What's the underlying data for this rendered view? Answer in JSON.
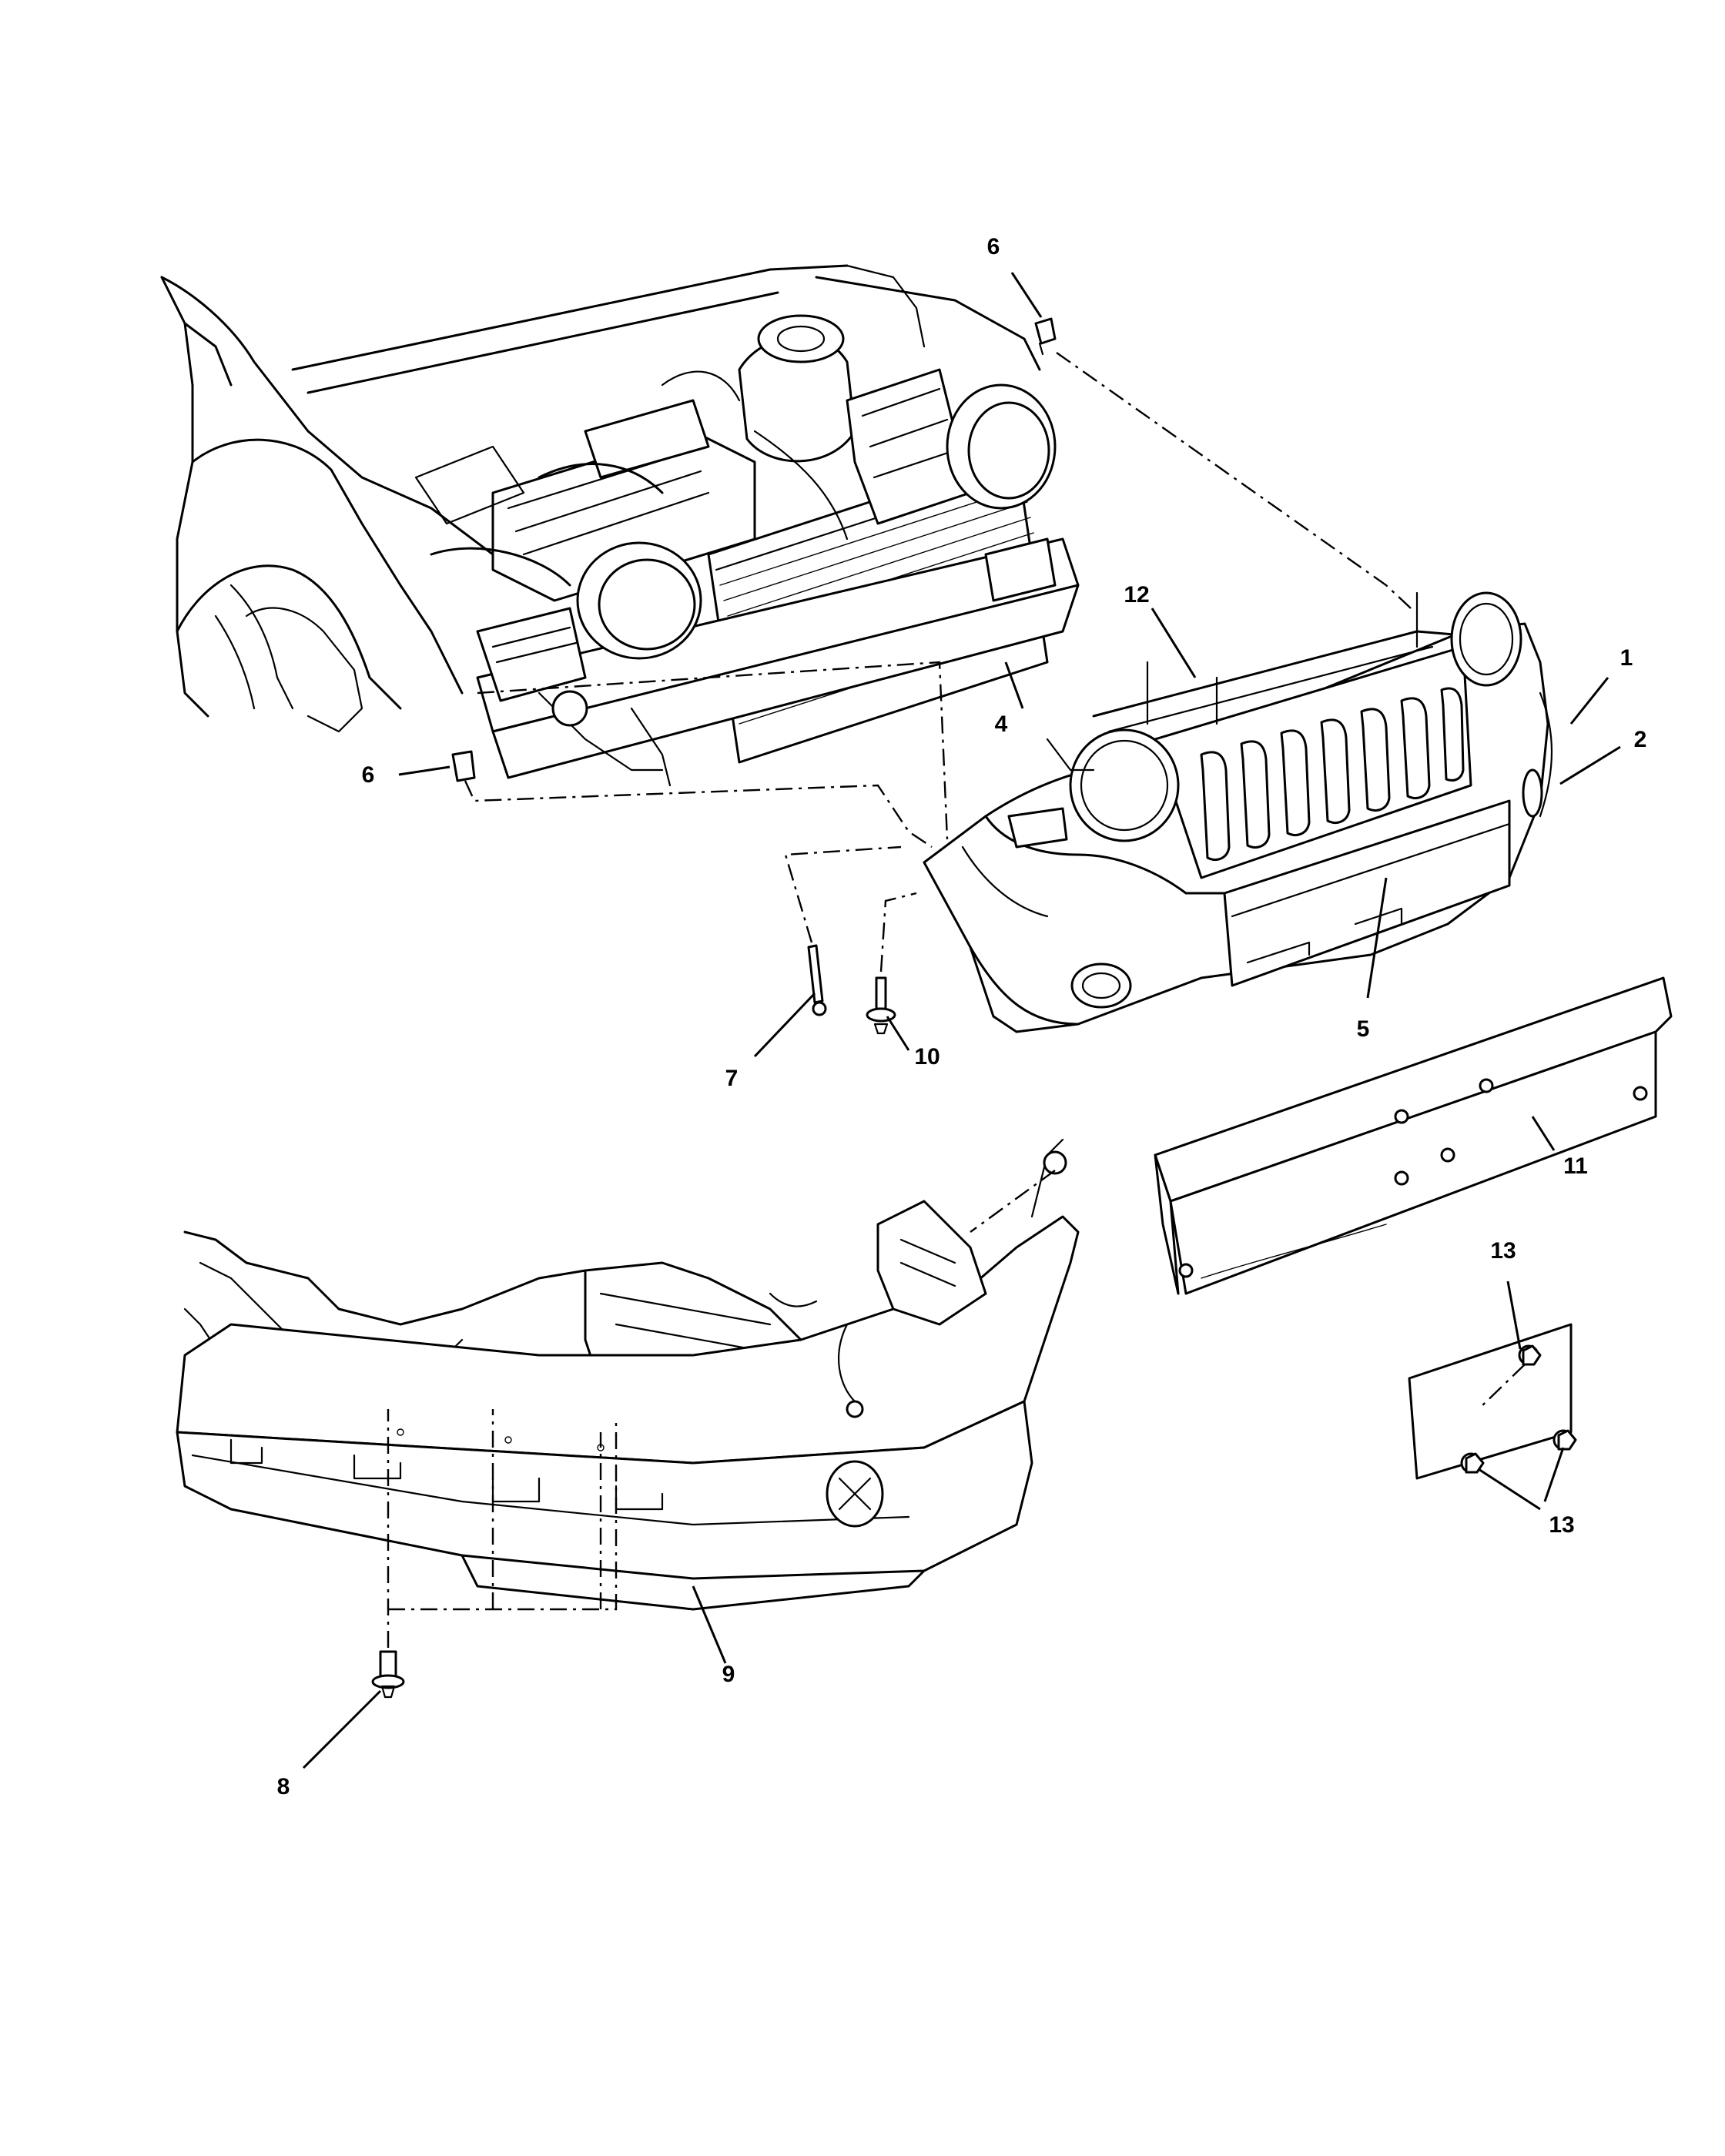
{
  "callouts": {
    "c1": "1",
    "c2": "2",
    "c4": "4",
    "c5": "5",
    "c6_top": "6",
    "c6_left": "6",
    "c7": "7",
    "c8": "8",
    "c9": "9",
    "c10": "10",
    "c11": "11",
    "c12": "12",
    "c13_top": "13",
    "c13_bottom": "13"
  }
}
